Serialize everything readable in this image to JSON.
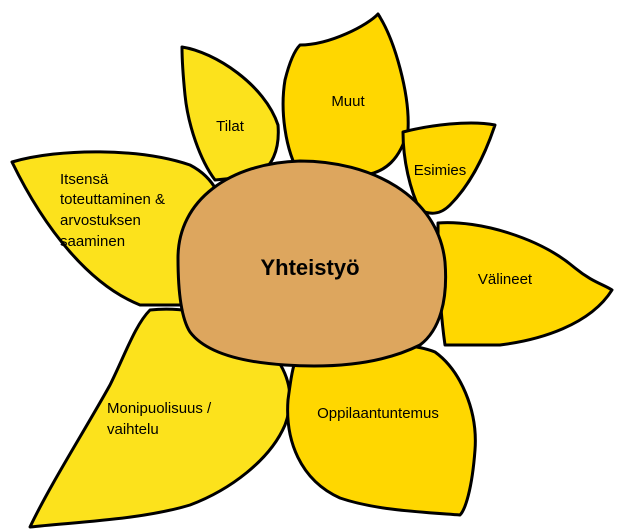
{
  "diagram": {
    "center": {
      "label": "Yhteistyö"
    },
    "petals": [
      {
        "id": "muut",
        "lines": [
          "Muut"
        ]
      },
      {
        "id": "tilat",
        "lines": [
          "Tilat"
        ]
      },
      {
        "id": "esimies",
        "lines": [
          "Esimies"
        ]
      },
      {
        "id": "itsensa",
        "lines": [
          "Itsensä",
          "toteuttaminen &",
          "arvostuksen",
          "saaminen"
        ]
      },
      {
        "id": "valineet",
        "lines": [
          "Välineet"
        ]
      },
      {
        "id": "monipuolisuus",
        "lines": [
          "Monipuolisuus /",
          "vaihtelu"
        ]
      },
      {
        "id": "oppilaantuntemus",
        "lines": [
          "Oppilaantuntemus"
        ]
      }
    ]
  },
  "colors": {
    "petal_fill": "#FFD700",
    "petal_fill_light": "#FCE21C",
    "center_fill": "#DDA65E",
    "outline": "#000000",
    "background": "#FFFFFF"
  }
}
